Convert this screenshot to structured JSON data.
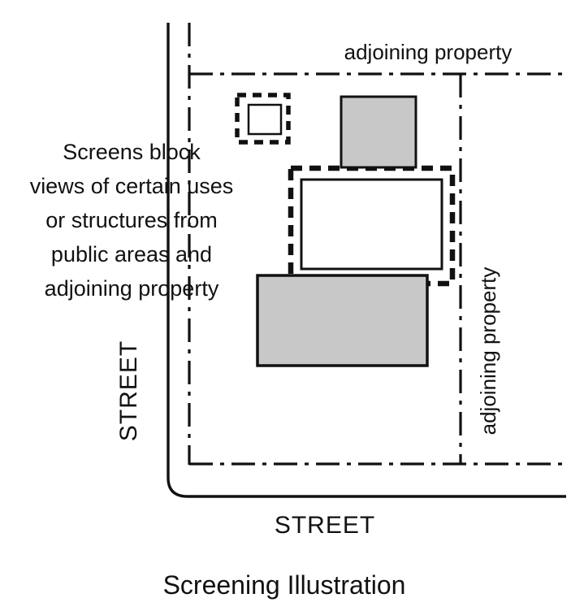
{
  "title": "Screening Illustration",
  "labels": {
    "adjoining_property_top": "adjoining property",
    "adjoining_property_right": "adjoining property",
    "street_left": "STREET",
    "street_bottom": "STREET"
  },
  "caption": {
    "line1": "Screens block",
    "line2": "views of certain uses",
    "line3": "or structures from",
    "line4": "public areas and",
    "line5": "adjoining property"
  },
  "colors": {
    "structure_fill": "#c8c8c8",
    "screened_structure_fill": "#ffffff",
    "line_color": "#111111",
    "background": "#ffffff"
  }
}
